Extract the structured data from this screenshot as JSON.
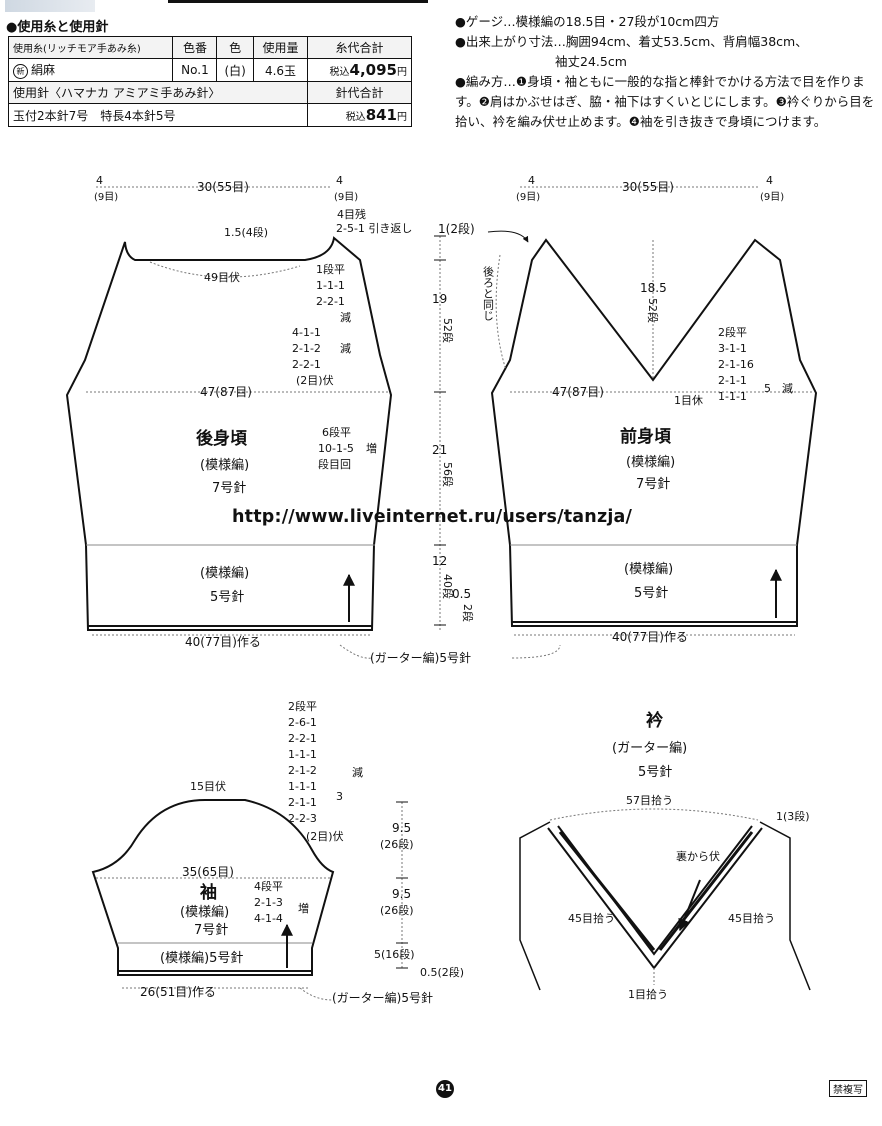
{
  "materials": {
    "heading": "●使用糸と使用針",
    "header": {
      "yarn": "使用糸(リッチモア手あみ糸)",
      "color_no": "色番",
      "color": "色",
      "amount": "使用量",
      "total": "糸代合計"
    },
    "row": {
      "yarn": "絹麻",
      "badge": "新",
      "color_no": "No.1",
      "color": "(白)",
      "amount": "4.6玉",
      "price_prefix": "税込",
      "price": "4,095",
      "yen": "円"
    },
    "needles_label": "使用針〈ハマナカ アミアミ手あみ針〉",
    "needles_total_label": "針代合計",
    "needles": "玉付2本針7号　特長4本針5号",
    "needles_price_prefix": "税込",
    "needles_price": "841",
    "yen": "円"
  },
  "specs": {
    "gauge": "●ゲージ…模様編の18.5目・27段が10cm四方",
    "size": "●出来上がり寸法…胸囲94cm、着丈53.5cm、背肩幅38cm、",
    "size2": "袖丈24.5cm",
    "method": "●編み方…❶身頃・袖ともに一般的な指と棒針でかける方法で目を作ります。❷肩はかぶせはぎ、脇・袖下はすくいとじにします。❸衿ぐりから目を拾い、衿を編み伏せ止めます。❹袖を引き抜きで身頃につけます。"
  },
  "back": {
    "title": "後身頃",
    "pattern": "(模様編)",
    "needle7": "7号針",
    "rib_pattern": "(模様編)",
    "needle5": "5号針",
    "dim_left": "4",
    "dim_left_sts": "(9目)",
    "dim_mid": "30(55目)",
    "dim_right": "4",
    "dim_right_sts": "(9目)",
    "shoulder_rest": "4目残",
    "short_row": "2-5-1 引き返し",
    "neck_depth": "1.5(4段)",
    "neck_bind": "49目伏",
    "neck_dec1": "1段平",
    "neck_dec2": "1-1-1",
    "neck_dec3": "2-2-1",
    "neck_dec_word": "減",
    "arm_dec1": "4-1-1",
    "arm_dec2": "2-1-2",
    "arm_dec3": "2-2-1",
    "arm_dec_word": "減",
    "arm_bind": "(2目)伏",
    "width": "47(87目)",
    "inc1": "6段平",
    "inc2": "10-1-5",
    "inc_word": "増",
    "inc3": "段目回",
    "cast_on": "40(77目)作る"
  },
  "vertical": {
    "v1": "1(2段)",
    "v2": "19",
    "v2b": "52段",
    "v3": "21",
    "v3b": "56段",
    "v4": "12",
    "v4b": "40段",
    "v5": "0.5",
    "v5b": "2段"
  },
  "front": {
    "title": "前身頃",
    "pattern": "(模様編)",
    "needle7": "7号針",
    "rib_pattern": "(模様編)",
    "needle5": "5号針",
    "dim_left": "4",
    "dim_left_sts": "(9目)",
    "dim_mid": "30(55目)",
    "dim_right": "4",
    "dim_right_sts": "(9目)",
    "same_as_back": "後ろと同じ",
    "v_depth": "18.5",
    "v_depth_rows": "52段",
    "v_dec1": "2段平",
    "v_dec2": "3-1-1",
    "v_dec3": "2-1-16",
    "v_dec4": "2-1-1",
    "v_dec5": "1-1-1",
    "v_dec_count": "5",
    "v_dec_word": "減",
    "center": "1目休",
    "width": "47(87目)",
    "cast_on": "40(77目)作る"
  },
  "garter_label": "(ガーター編)5号針",
  "url": "http://www.liveinternet.ru/users/tanzja/",
  "sleeve": {
    "title": "袖",
    "pattern": "(模様編)",
    "needle7": "7号針",
    "rib": "(模様編)5号針",
    "top_bind": "15目伏",
    "cap1": "2段平",
    "cap2": "2-6-1",
    "cap3": "2-2-1",
    "cap4": "1-1-1",
    "cap5": "2-1-2",
    "cap6": "1-1-1",
    "cap7": "2-1-1",
    "cap8": "2-2-3",
    "cap_word": "減",
    "cap_count": "3",
    "cap_bind": "(2目)伏",
    "width": "35(65目)",
    "inc1": "4段平",
    "inc2": "2-1-3",
    "inc3": "4-1-4",
    "inc_word": "増",
    "cast_on": "26(51目)作る",
    "garter": "(ガーター編)5号針",
    "h1": "9.5",
    "h1b": "(26段)",
    "h2": "9.5",
    "h2b": "(26段)",
    "h3": "5(16段)",
    "h4": "0.5(2段)"
  },
  "collar": {
    "title": "衿",
    "pattern": "(ガーター編)",
    "needle": "5号針",
    "pick_back": "57目拾う",
    "depth": "1(3段)",
    "bind_reverse": "裏から伏",
    "left_pick": "45目拾う",
    "right_pick": "45目拾う",
    "center_pick": "1目拾う"
  },
  "page_number": "41",
  "no_copy": "禁複写"
}
